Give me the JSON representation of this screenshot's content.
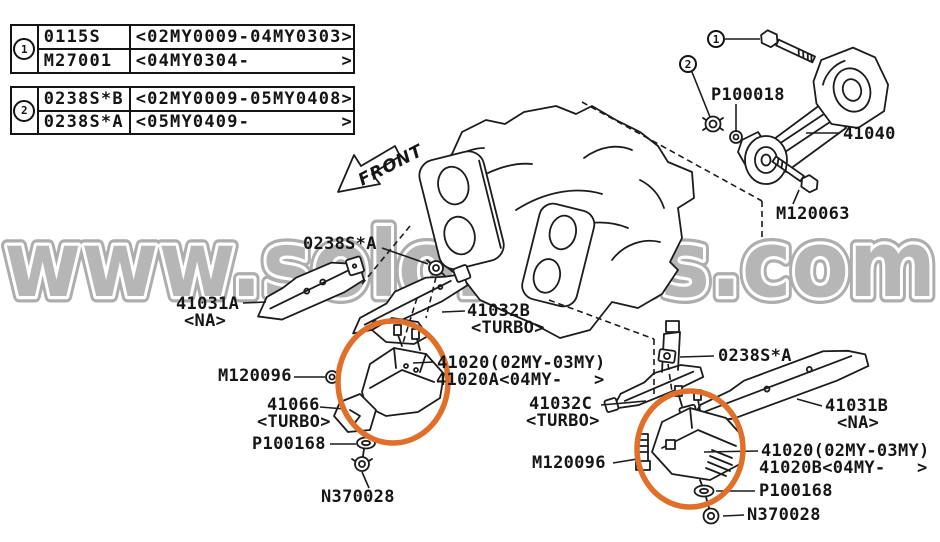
{
  "watermark": "www.solobujes.com",
  "front_label": "FRONT",
  "colors": {
    "highlight_orange": "#e06f2a",
    "line_black": "#1a1a1a",
    "watermark_gray": "#b3b3b3"
  },
  "tables": [
    {
      "badge": "1",
      "rows": [
        {
          "part": "0115S",
          "range": "<02MY0009-04MY0303>"
        },
        {
          "part": "M27001",
          "range": "<04MY0304-        >"
        }
      ]
    },
    {
      "badge": "2",
      "rows": [
        {
          "part": "0238S*B",
          "range": "<02MY0009-05MY0408>"
        },
        {
          "part": "0238S*A",
          "range": "<05MY0409-        >"
        }
      ]
    }
  ],
  "callouts": [
    {
      "num": "1"
    },
    {
      "num": "2"
    }
  ],
  "labels": {
    "p100018": "P100018",
    "l41040": "41040",
    "m120063": "M120063",
    "l0238sa_left": "0238S*A",
    "l41031a": "41031A",
    "na_left": "<NA>",
    "l41032b": "41032B",
    "turbo_b": "<TURBO>",
    "m120096_left": "M120096",
    "l41020_left_1": "41020(02MY-03MY)",
    "l41020_left_2": "41020A<04MY-   >",
    "l41066": "41066",
    "turbo_66": "<TURBO>",
    "p100168_left": "P100168",
    "n370028_left": "N370028",
    "l0238sa_right": "0238S*A",
    "l41032c": "41032C",
    "turbo_c": "<TURBO>",
    "l41031b": "41031B",
    "na_right": "<NA>",
    "l41020_right_1": "41020(02MY-03MY)",
    "l41020_right_2": "41020B<04MY-   >",
    "m120096_right": "M120096",
    "p100168_right": "P100168",
    "n370028_right": "N370028"
  }
}
